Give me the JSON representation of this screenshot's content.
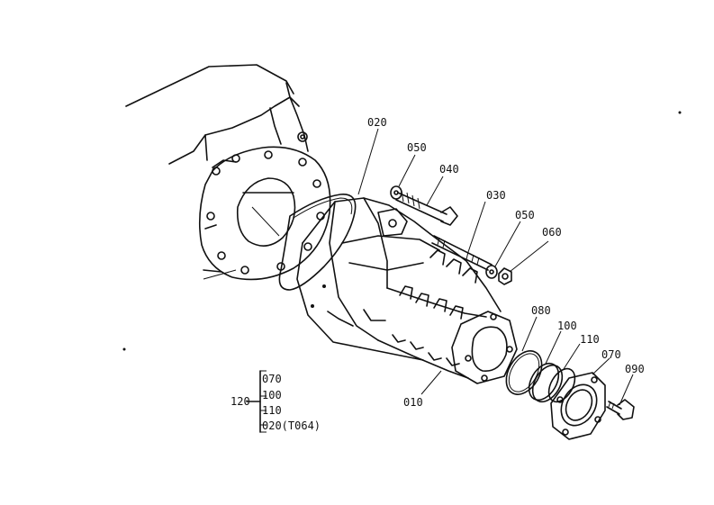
{
  "callouts": [
    "020",
    "050",
    "040",
    "030",
    "050",
    "060",
    "080",
    "100",
    "110",
    "070",
    "090",
    "010"
  ],
  "kit": {
    "label": "120",
    "items": [
      "070",
      "100",
      "110",
      "020(T064)"
    ]
  }
}
